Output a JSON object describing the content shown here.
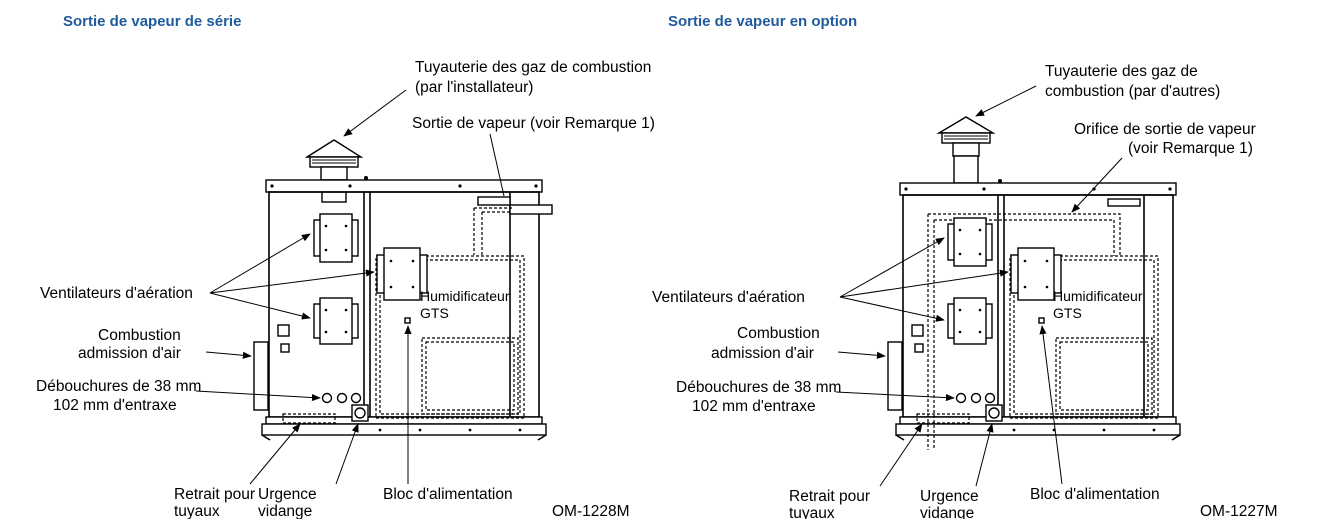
{
  "left": {
    "title": "Sortie de vapeur de série",
    "code": "OM-1228M",
    "labels": {
      "flue_line1": "Tuyauterie des gaz de combustion",
      "flue_line2": "(par l'installateur)",
      "steam": "Sortie de vapeur (voir Remarque 1)",
      "fans": "Ventilateurs d'aération",
      "comb1": "Combustion",
      "comb2": "admission d'air",
      "knock1": "Débouchures de 38 mm",
      "knock2": "102 mm d'entraxe",
      "humid1": "Humidificateur",
      "humid2": "GTS",
      "recess1": "Retrait pour",
      "recess2": "tuyaux",
      "drain1": "Urgence",
      "drain2": "vidange",
      "power": "Bloc d'alimentation"
    }
  },
  "right": {
    "title": "Sortie de vapeur en option",
    "code": "OM-1227M",
    "labels": {
      "flue_line1": "Tuyauterie des gaz de",
      "flue_line2": "combustion (par d'autres)",
      "steam1": "Orifice de sortie de vapeur",
      "steam2": "(voir Remarque 1)",
      "fans": "Ventilateurs d'aération",
      "comb1": "Combustion",
      "comb2": "admission d'air",
      "knock1": "Débouchures de 38 mm",
      "knock2": "102 mm d'entraxe",
      "humid1": "Humidificateur",
      "humid2": "GTS",
      "recess1": "Retrait pour",
      "recess2": "tuyaux",
      "drain1": "Urgence",
      "drain2": "vidange",
      "power": "Bloc d'alimentation"
    }
  }
}
